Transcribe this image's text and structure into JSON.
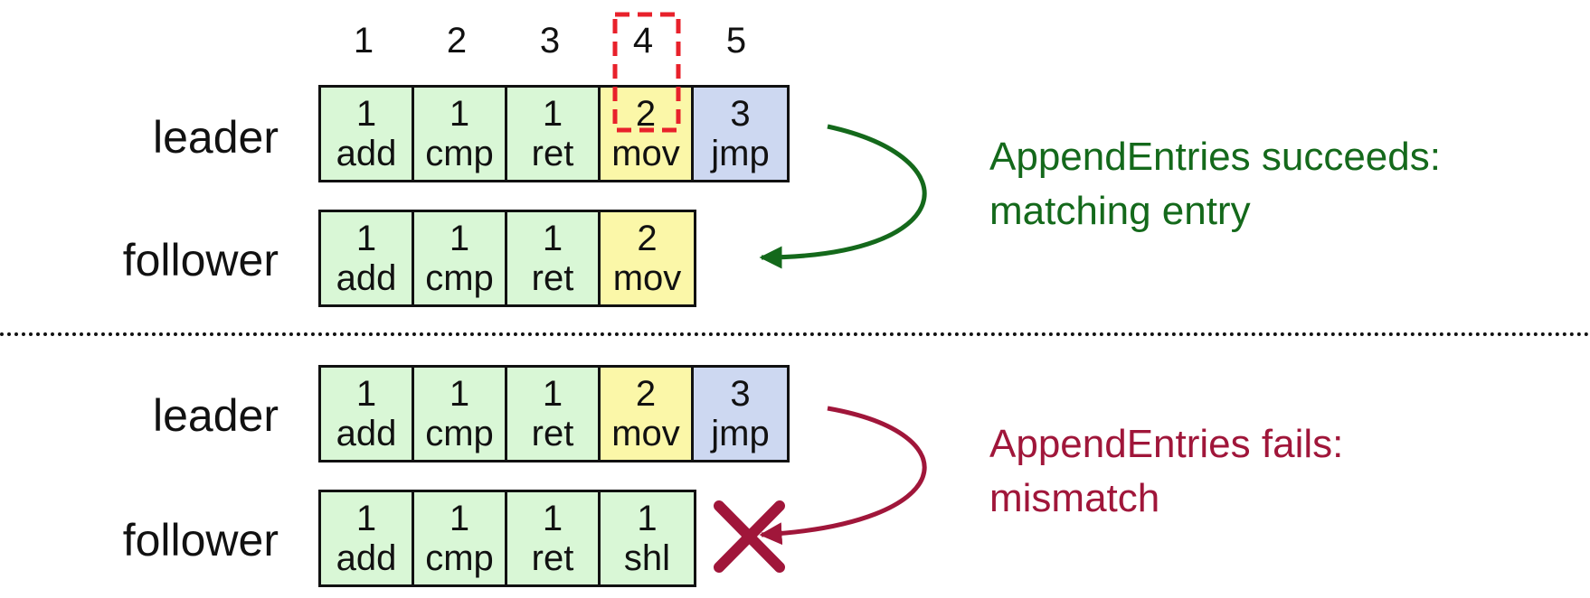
{
  "indices": [
    "1",
    "2",
    "3",
    "4",
    "5"
  ],
  "panels": [
    {
      "leader_label": "leader",
      "follower_label": "follower",
      "leader_entries": [
        {
          "term": "1",
          "cmd": "add"
        },
        {
          "term": "1",
          "cmd": "cmp"
        },
        {
          "term": "1",
          "cmd": "ret"
        },
        {
          "term": "2",
          "cmd": "mov"
        },
        {
          "term": "3",
          "cmd": "jmp"
        }
      ],
      "follower_entries": [
        {
          "term": "1",
          "cmd": "add"
        },
        {
          "term": "1",
          "cmd": "cmp"
        },
        {
          "term": "1",
          "cmd": "ret"
        },
        {
          "term": "2",
          "cmd": "mov"
        }
      ],
      "message_line1": "AppendEntries succeeds:",
      "message_line2": "matching entry"
    },
    {
      "leader_label": "leader",
      "follower_label": "follower",
      "leader_entries": [
        {
          "term": "1",
          "cmd": "add"
        },
        {
          "term": "1",
          "cmd": "cmp"
        },
        {
          "term": "1",
          "cmd": "ret"
        },
        {
          "term": "2",
          "cmd": "mov"
        },
        {
          "term": "3",
          "cmd": "jmp"
        }
      ],
      "follower_entries": [
        {
          "term": "1",
          "cmd": "add"
        },
        {
          "term": "1",
          "cmd": "cmp"
        },
        {
          "term": "1",
          "cmd": "ret"
        },
        {
          "term": "1",
          "cmd": "shl"
        }
      ],
      "message_line1": "AppendEntries fails:",
      "message_line2": "mismatch"
    }
  ],
  "colors": {
    "term1": "#d9f7d6",
    "term2": "#fbf7a8",
    "term3": "#cdd8f1",
    "success": "#14691b",
    "failure": "#a0163a",
    "highlight": "#e8212b"
  },
  "icons": {
    "success_arrow": "curved-arrow-icon",
    "failure_arrow": "curved-arrow-icon",
    "failure_mark": "x-mark-icon",
    "highlight_box": "dashed-box"
  }
}
